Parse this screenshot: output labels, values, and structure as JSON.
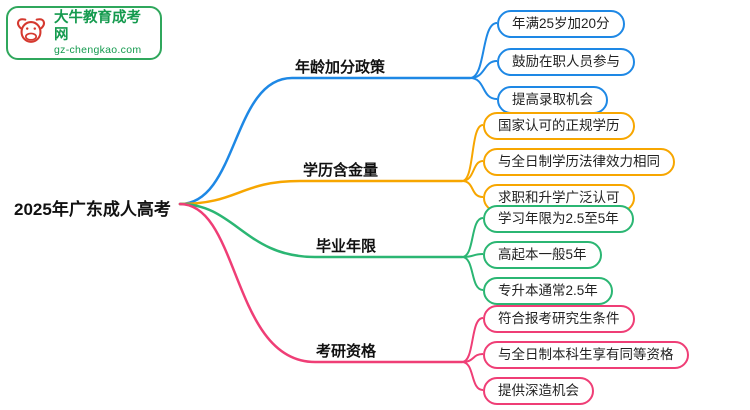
{
  "logo": {
    "title": "大牛教育成考网",
    "subtitle": "gz-chengkao.com",
    "icon": "bull-icon",
    "brand_color": "#149A4E",
    "icon_color": "#D5392F"
  },
  "root": {
    "label": "2025年广东成人高考"
  },
  "branches": [
    {
      "label": "年龄加分政策",
      "color": "#1E88E5",
      "children": [
        {
          "text": "年满25岁加20分"
        },
        {
          "text": "鼓励在职人员参与"
        },
        {
          "text": "提高录取机会"
        }
      ]
    },
    {
      "label": "学历含金量",
      "color": "#F7A600",
      "children": [
        {
          "text": "国家认可的正规学历"
        },
        {
          "text": "与全日制学历法律效力相同"
        },
        {
          "text": "求职和升学广泛认可"
        }
      ]
    },
    {
      "label": "毕业年限",
      "color": "#2BB673",
      "children": [
        {
          "text": "学习年限为2.5至5年"
        },
        {
          "text": "高起本一般5年"
        },
        {
          "text": "专升本通常2.5年"
        }
      ]
    },
    {
      "label": "考研资格",
      "color": "#EF3E76",
      "children": [
        {
          "text": "符合报考研究生条件"
        },
        {
          "text": "与全日制本科生享有同等资格"
        },
        {
          "text": "提供深造机会"
        }
      ]
    }
  ]
}
